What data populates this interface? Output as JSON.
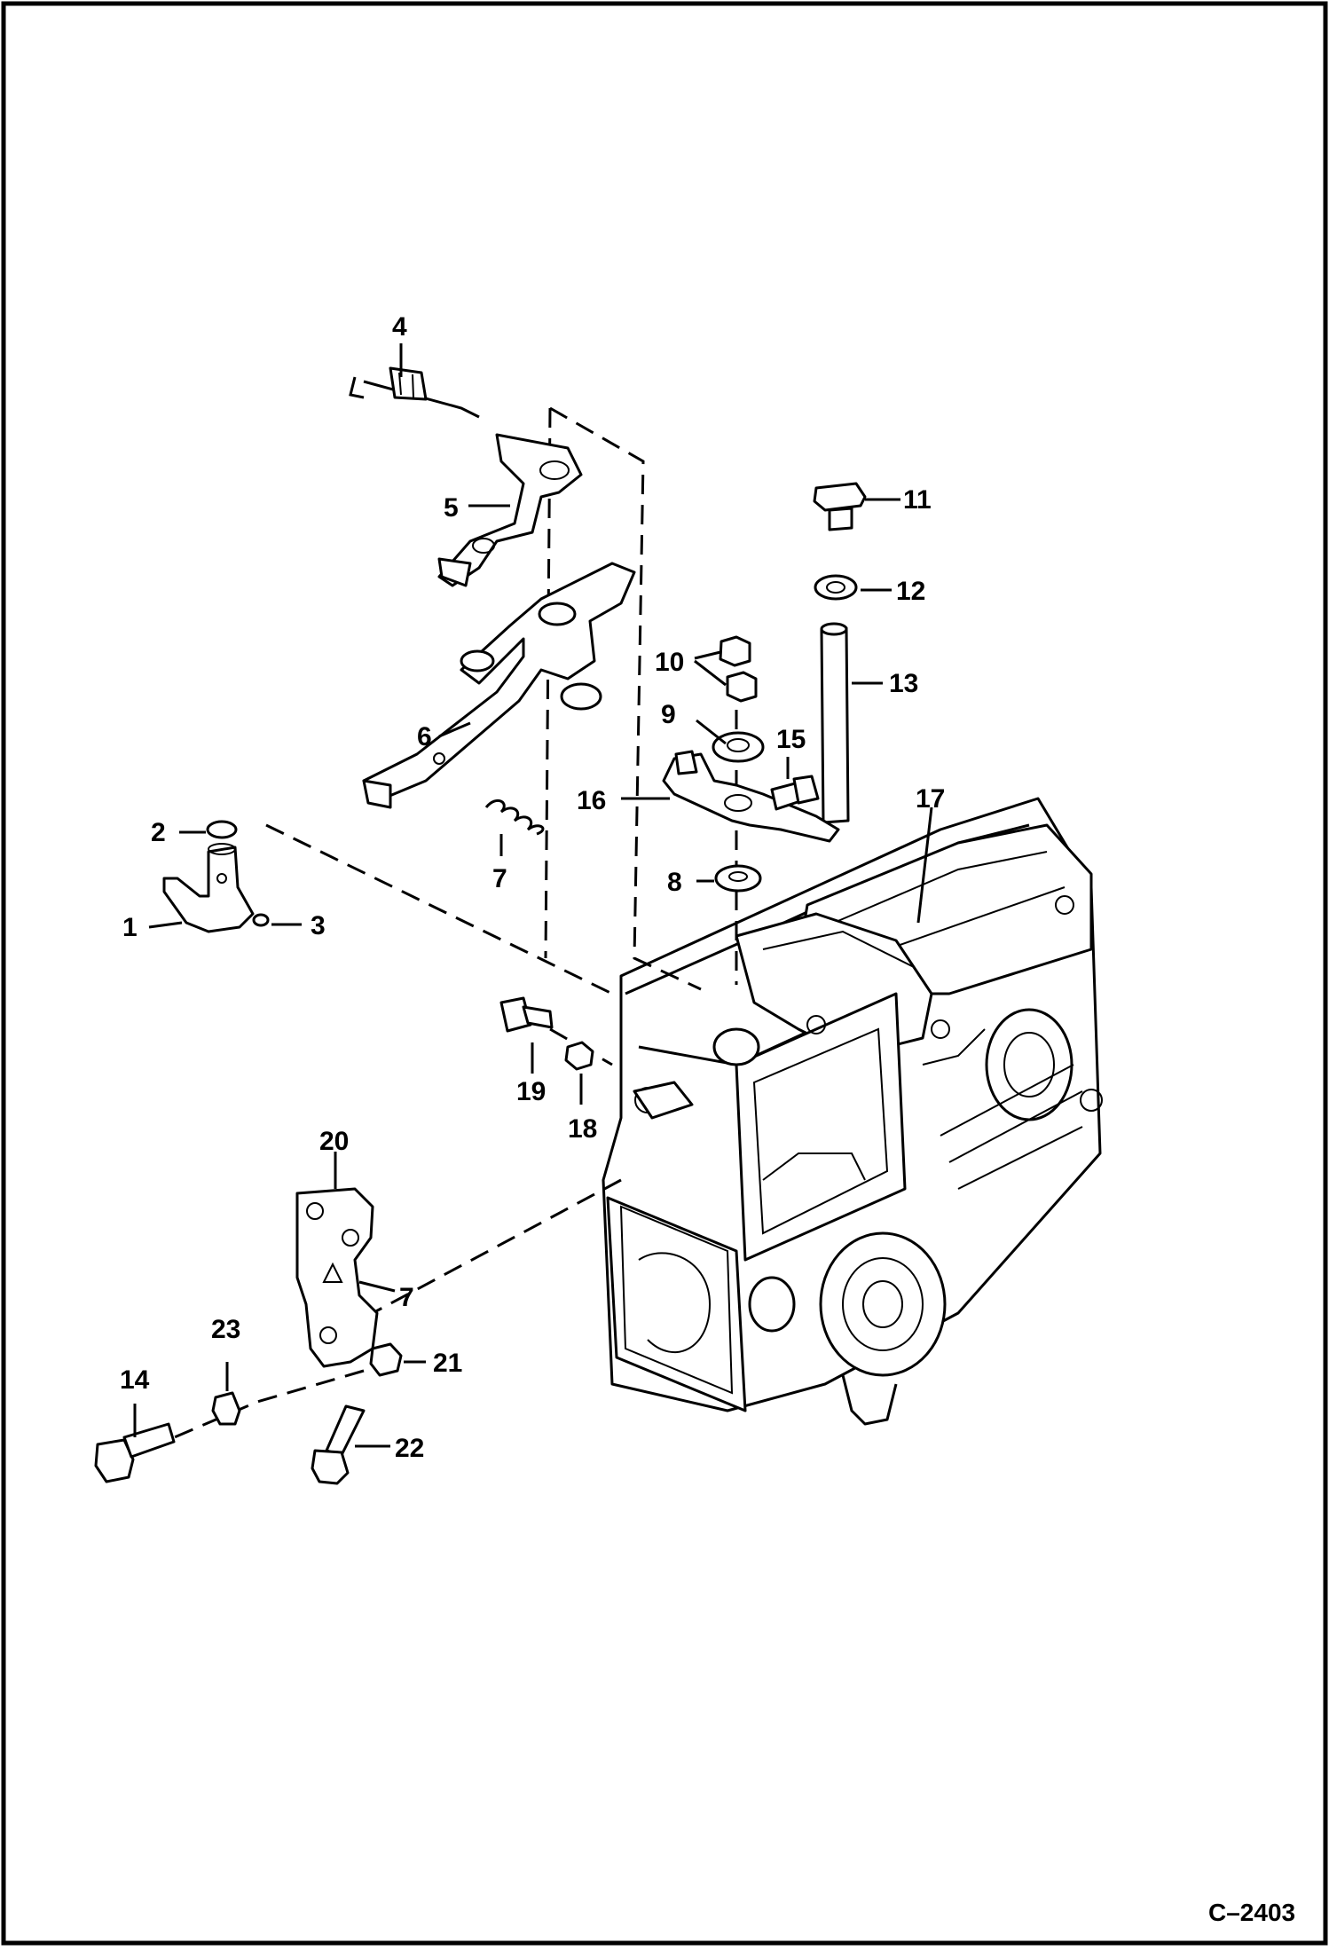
{
  "diagram": {
    "drawing_number": "C–2403",
    "callouts": {
      "p1": "1",
      "p2": "2",
      "p3": "3",
      "p4": "4",
      "p5": "5",
      "p6": "6",
      "p7a": "7",
      "p7b": "7",
      "p8": "8",
      "p9": "9",
      "p10": "10",
      "p11": "11",
      "p12": "12",
      "p13": "13",
      "p14": "14",
      "p15": "15",
      "p16": "16",
      "p17": "17",
      "p18": "18",
      "p19": "19",
      "p20": "20",
      "p21": "21",
      "p22": "22",
      "p23": "23"
    }
  }
}
